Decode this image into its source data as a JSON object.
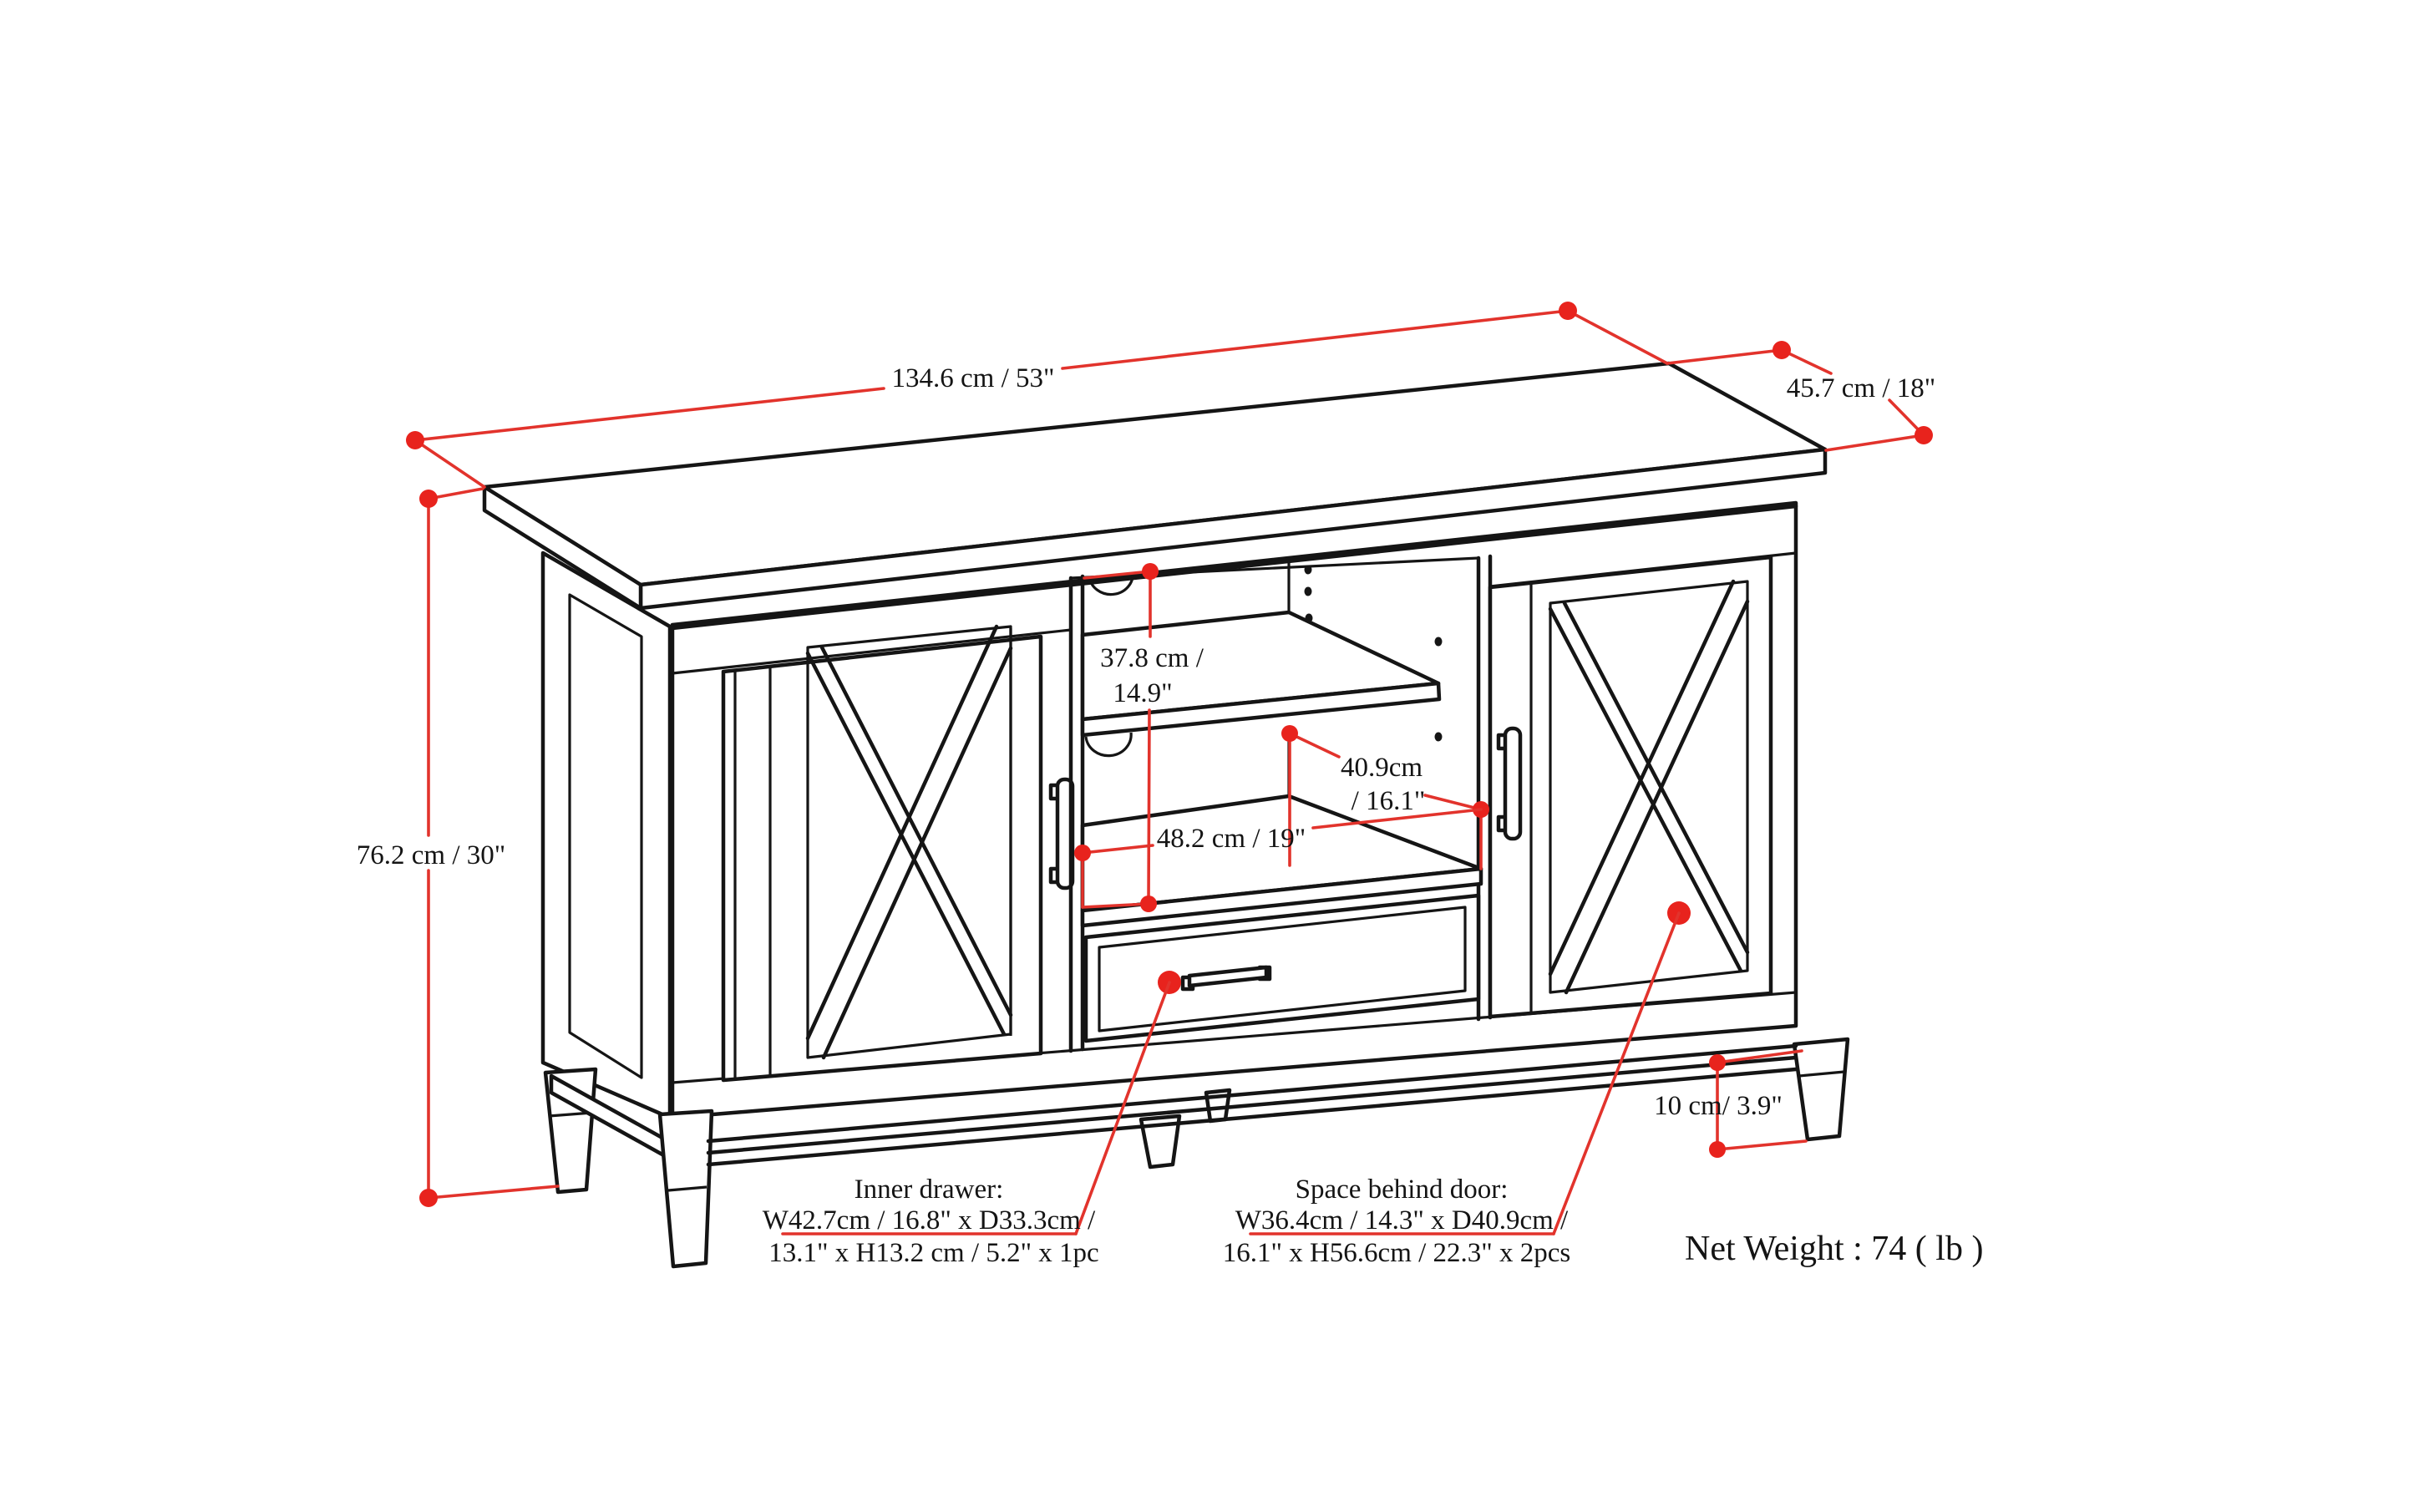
{
  "diagram": {
    "type": "furniture-dimension-drawing",
    "subject": "TV stand with two X-frame doors, open middle shelves and a center drawer",
    "colors": {
      "line": "#151515",
      "dimension_red": "#e2332c"
    },
    "dimensions": {
      "width": "134.6 cm / 53\"",
      "depth": "45.7 cm / 18\"",
      "height": "76.2 cm / 30\"",
      "shelf_clearance_line1": "37.8 cm /",
      "shelf_clearance_line2": "14.9\"",
      "compartment_depth_line1": "40.9cm",
      "compartment_depth_line2": "/ 16.1\"",
      "compartment_width": "48.2 cm / 19\"",
      "leg_height": "10 cm/ 3.9\""
    },
    "callouts": {
      "inner_drawer": {
        "title": "Inner drawer:",
        "line1": "W42.7cm / 16.8\" x D33.3cm /",
        "line2": "13.1\" x H13.2 cm / 5.2\" x 1pc"
      },
      "space_behind_door": {
        "title": "Space behind door:",
        "line1": "W36.4cm / 14.3\" x D40.9cm /",
        "line2": "16.1\" x H56.6cm / 22.3\" x 2pcs"
      }
    },
    "net_weight": "Net Weight : 74 ( lb )"
  }
}
